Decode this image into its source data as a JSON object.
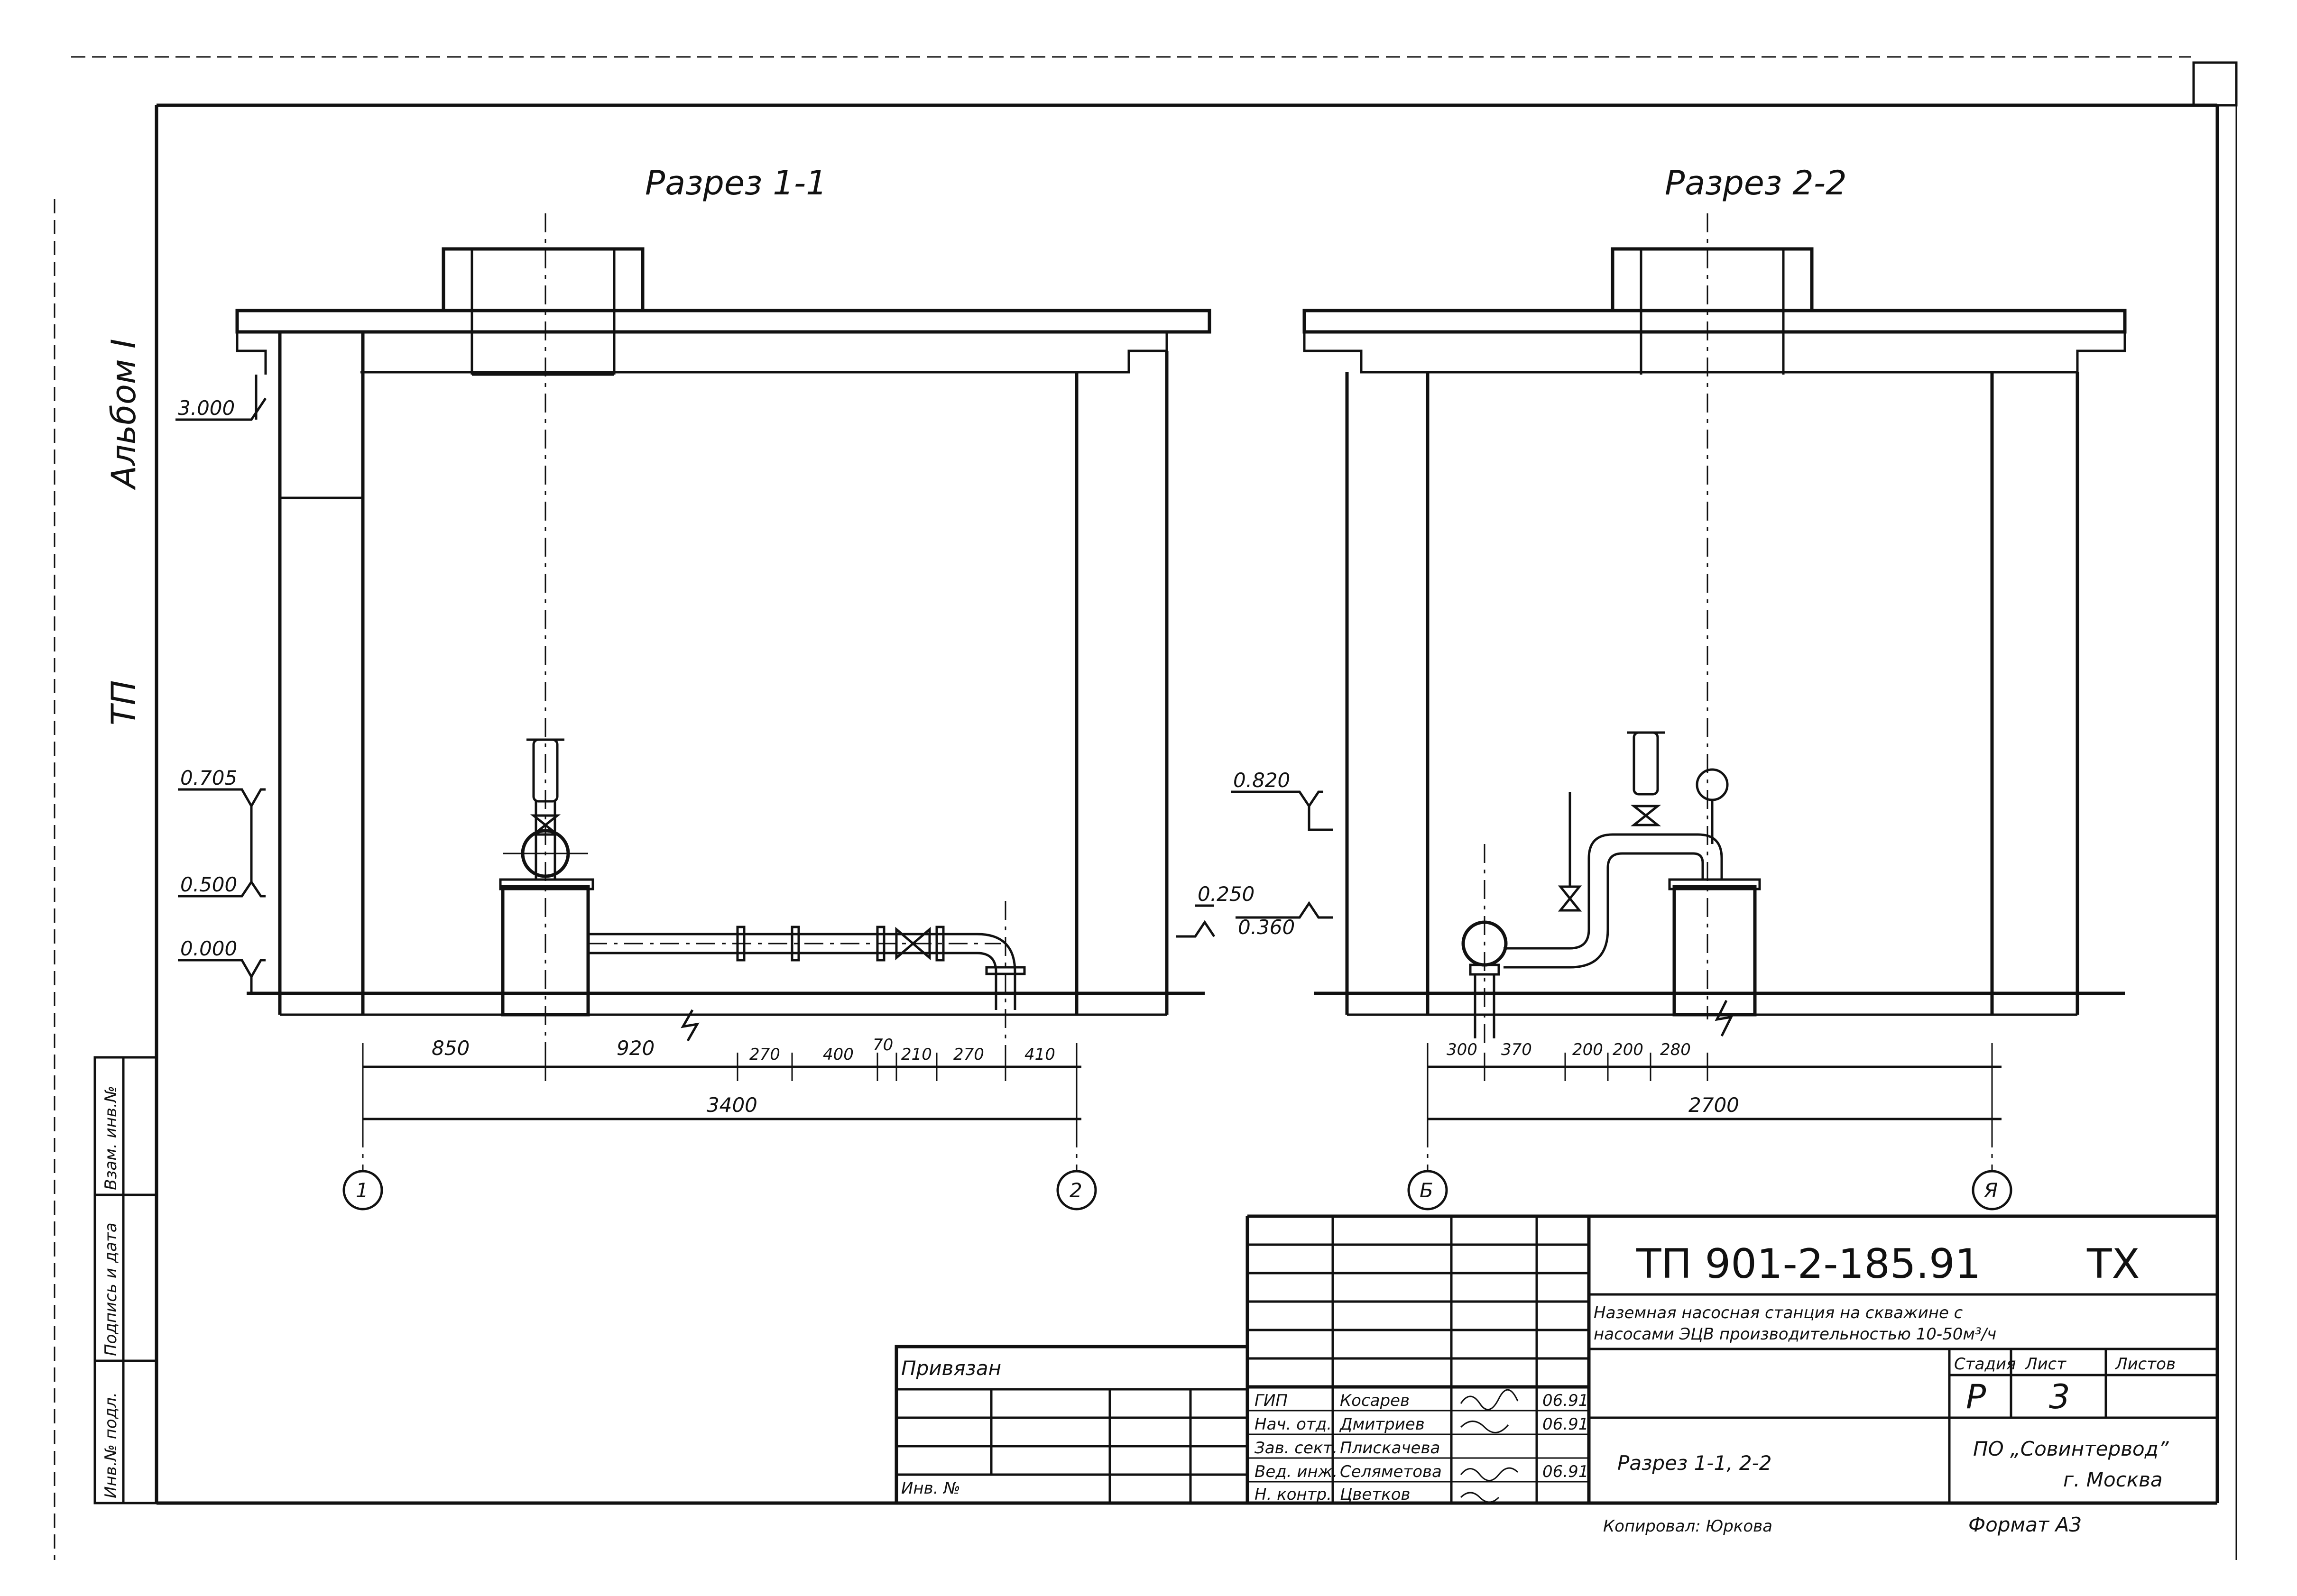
{
  "titles": {
    "section1": "Разрез 1-1",
    "section2": "Разрез 2-2"
  },
  "margin": {
    "album": "Альбом I",
    "tp": "ТП"
  },
  "side_stamp": {
    "col1": "Инв.№ подл.",
    "col2": "Подпись и дата",
    "col3": "Взам. инв.№"
  },
  "corner_mark": "",
  "elevations_left": {
    "e3000": "3.000",
    "e0705": "0.705",
    "e0500": "0.500",
    "e0000": "0.000"
  },
  "elevations_right": {
    "e0820": "0.820",
    "e0250": "0.250",
    "e0360": "0.360"
  },
  "dims_left": {
    "d850": "850",
    "d920": "920",
    "d270a": "270",
    "d400": "400",
    "d70": "70",
    "d210": "210",
    "d270b": "270",
    "d410": "410",
    "total": "3400"
  },
  "dims_right": {
    "d300": "300",
    "d370": "370",
    "d200a": "200",
    "d200b": "200",
    "d280": "280",
    "total": "2700"
  },
  "axes": {
    "a1": "1",
    "a2": "2",
    "aB": "Б",
    "aYa": "Я"
  },
  "title_block": {
    "code": "ТП 901-2-185.91",
    "mark": "ТХ",
    "desc_line1": "Наземная насосная станция на скважине с",
    "desc_line2": "насосами ЭЦВ производительностью 10-50м³/ч",
    "stage_h": "Стадия",
    "sheet_h": "Лист",
    "sheets_h": "Листов",
    "stage": "Р",
    "sheet": "3",
    "drawing": "Разрез 1-1, 2-2",
    "org_line1": "ПО „Совинтервод”",
    "org_line2": "г. Москва",
    "copied": "Копировал: Юркова",
    "format": "Формат А3",
    "bound": "Привязан",
    "inv": "Инв. №",
    "people": [
      {
        "role": "ГИП",
        "name": "Косарев",
        "date": "06.91"
      },
      {
        "role": "Нач. отд.",
        "name": "Дмитриев",
        "date": "06.91"
      },
      {
        "role": "Зав. сект.",
        "name": "Плискачева",
        "date": ""
      },
      {
        "role": "Вед. инж.",
        "name": "Селяметова",
        "date": "06.91"
      },
      {
        "role": "Н. контр.",
        "name": "Цветков",
        "date": ""
      }
    ]
  }
}
